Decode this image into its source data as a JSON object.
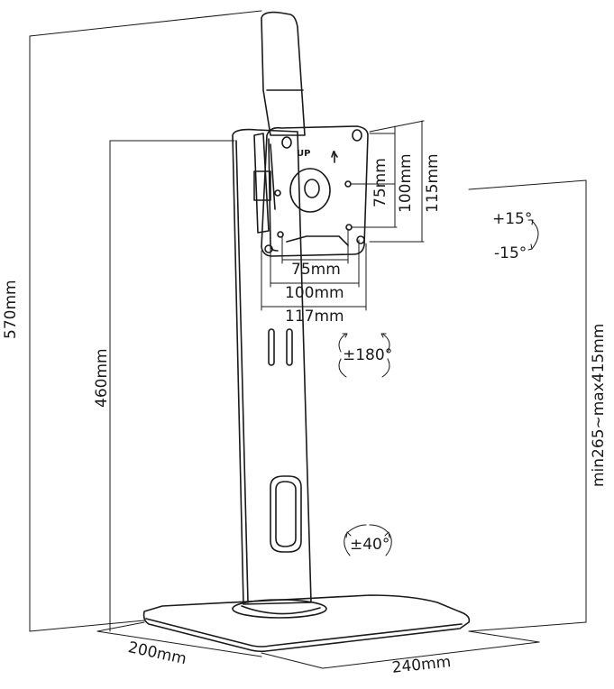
{
  "dimensions": {
    "overall_height": "570mm",
    "pole_height": "460mm",
    "vesa_vertical_75": "75mm",
    "vesa_vertical_100": "100mm",
    "plate_height": "115mm",
    "vesa_horizontal_75": "75mm",
    "vesa_horizontal_100": "100mm",
    "plate_width": "117mm",
    "height_range": "min265~max415mm",
    "base_depth": "200mm",
    "base_width": "240mm"
  },
  "angles": {
    "tilt_up": "+15°",
    "tilt_down": "-15°",
    "rotation": "±180°",
    "swivel": "±40°"
  },
  "plate_marking": "UP"
}
